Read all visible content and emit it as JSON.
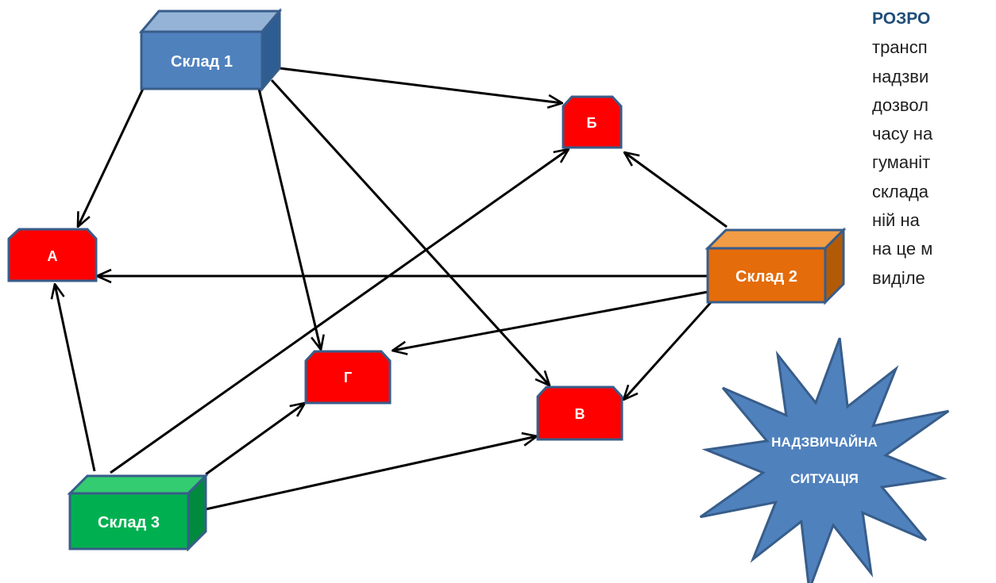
{
  "warehouses": [
    {
      "id": "w1",
      "label": "Склад 1",
      "color": "#4f81bd"
    },
    {
      "id": "w2",
      "label": "Склад 2",
      "color": "#e46c0a"
    },
    {
      "id": "w3",
      "label": "Склад 3",
      "color": "#00b050"
    }
  ],
  "destinations": [
    {
      "id": "A",
      "label": "А"
    },
    {
      "id": "B",
      "label": "Б"
    },
    {
      "id": "V",
      "label": "В"
    },
    {
      "id": "G",
      "label": "Г"
    }
  ],
  "edges": [
    {
      "from": "w1",
      "to": "A"
    },
    {
      "from": "w1",
      "to": "B"
    },
    {
      "from": "w1",
      "to": "G"
    },
    {
      "from": "w1",
      "to": "V"
    },
    {
      "from": "w2",
      "to": "A"
    },
    {
      "from": "w2",
      "to": "B"
    },
    {
      "from": "w2",
      "to": "G"
    },
    {
      "from": "w2",
      "to": "V"
    },
    {
      "from": "w3",
      "to": "A"
    },
    {
      "from": "w3",
      "to": "B"
    },
    {
      "from": "w3",
      "to": "G"
    },
    {
      "from": "w3",
      "to": "V"
    }
  ],
  "emergency": {
    "line1": "НАДЗВИЧАЙНА",
    "line2": "СИТУАЦІЯ",
    "color": "#4f81bd"
  },
  "side_text": {
    "title": "РОЗРО",
    "lines": [
      "трансп",
      "надзви",
      "дозвол",
      "часу на",
      "гуманіт",
      "склада",
      "ній на",
      "на це м",
      "виділе"
    ]
  },
  "colors": {
    "destination": "#ff0000",
    "border": "#385d8a"
  }
}
